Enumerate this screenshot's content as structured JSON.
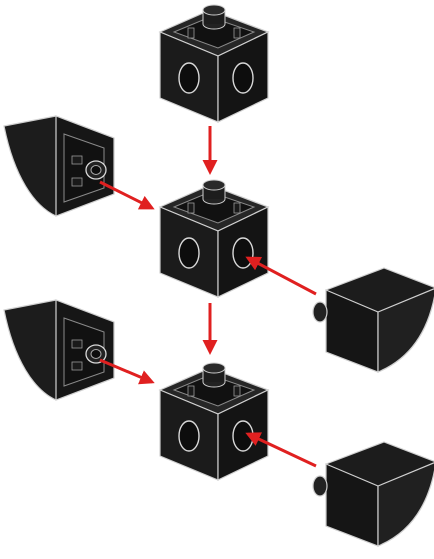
{
  "diagram": {
    "title": "",
    "description_visible_text": "",
    "colors": {
      "background": "#ffffff",
      "brick_fill": "#1b1b1b",
      "brick_side": "#111111",
      "edge_highlight": "#cfcfcf",
      "arrow": "#e02020"
    },
    "parts": [
      {
        "name": "brick-1x1-with-studs-on-sides-top",
        "icon": "technic-brick-icon"
      },
      {
        "name": "brick-1x1-with-studs-on-sides-middle",
        "icon": "technic-brick-icon"
      },
      {
        "name": "brick-1x1-with-studs-on-sides-bottom",
        "icon": "technic-brick-icon"
      },
      {
        "name": "slope-curved-left-upper",
        "icon": "curved-slope-icon"
      },
      {
        "name": "slope-curved-left-lower",
        "icon": "curved-slope-icon"
      },
      {
        "name": "slope-curved-right-upper",
        "icon": "curved-slope-icon"
      },
      {
        "name": "slope-curved-right-lower",
        "icon": "curved-slope-icon"
      }
    ],
    "arrows": [
      {
        "name": "arrow-top-to-middle",
        "direction": "down"
      },
      {
        "name": "arrow-middle-to-bottom",
        "direction": "down"
      },
      {
        "name": "arrow-left-upper",
        "direction": "right"
      },
      {
        "name": "arrow-left-lower",
        "direction": "right"
      },
      {
        "name": "arrow-right-upper",
        "direction": "left"
      },
      {
        "name": "arrow-right-lower",
        "direction": "left"
      }
    ]
  }
}
